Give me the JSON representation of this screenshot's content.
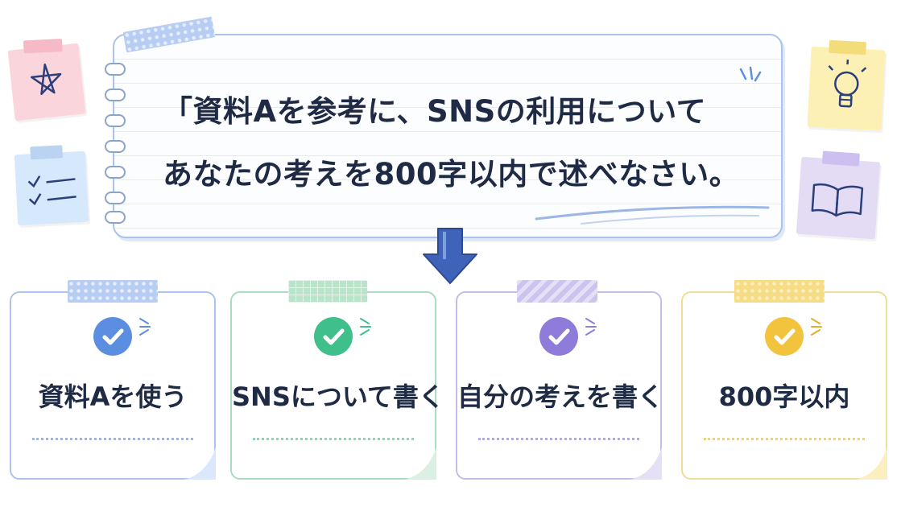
{
  "prompt": {
    "line1": "「資料Aを参考に、SNSの利用について",
    "line2": "あなたの考えを800字以内で述べなさい。"
  },
  "checklist": [
    {
      "label": "資料Aを使う",
      "accent": "#5b8ee0",
      "border": "#aac4ec",
      "tape": "#b7cdf3",
      "light": "#dbe7fb"
    },
    {
      "label": "SNSについて書く",
      "accent": "#3fbf8a",
      "border": "#a9dcc0",
      "tape": "#b9e4c9",
      "light": "#d9f0e2"
    },
    {
      "label": "自分の考えを書く",
      "accent": "#8f7bd9",
      "border": "#c6bbe9",
      "tape": "#cdc3ef",
      "light": "#e6e0f7"
    },
    {
      "label": "800字以内",
      "accent": "#f2c33d",
      "border": "#f1dd95",
      "tape": "#f6dc84",
      "light": "#fbefc2"
    }
  ],
  "icons": {
    "left_top": "star-doodle-icon",
    "left_bottom": "checklist-doodle-icon",
    "right_top": "lightbulb-icon",
    "right_bottom": "open-book-icon",
    "arrow": "down-arrow-icon",
    "check": "checkmark-icon"
  },
  "colors": {
    "text": "#1f2a44",
    "pink_note": "#fbd5dc",
    "blue_note": "#d6e8fb",
    "yellow_note": "#fcf0b4",
    "purple_note": "#e4dcf5",
    "arrow": "#3f63b8"
  }
}
